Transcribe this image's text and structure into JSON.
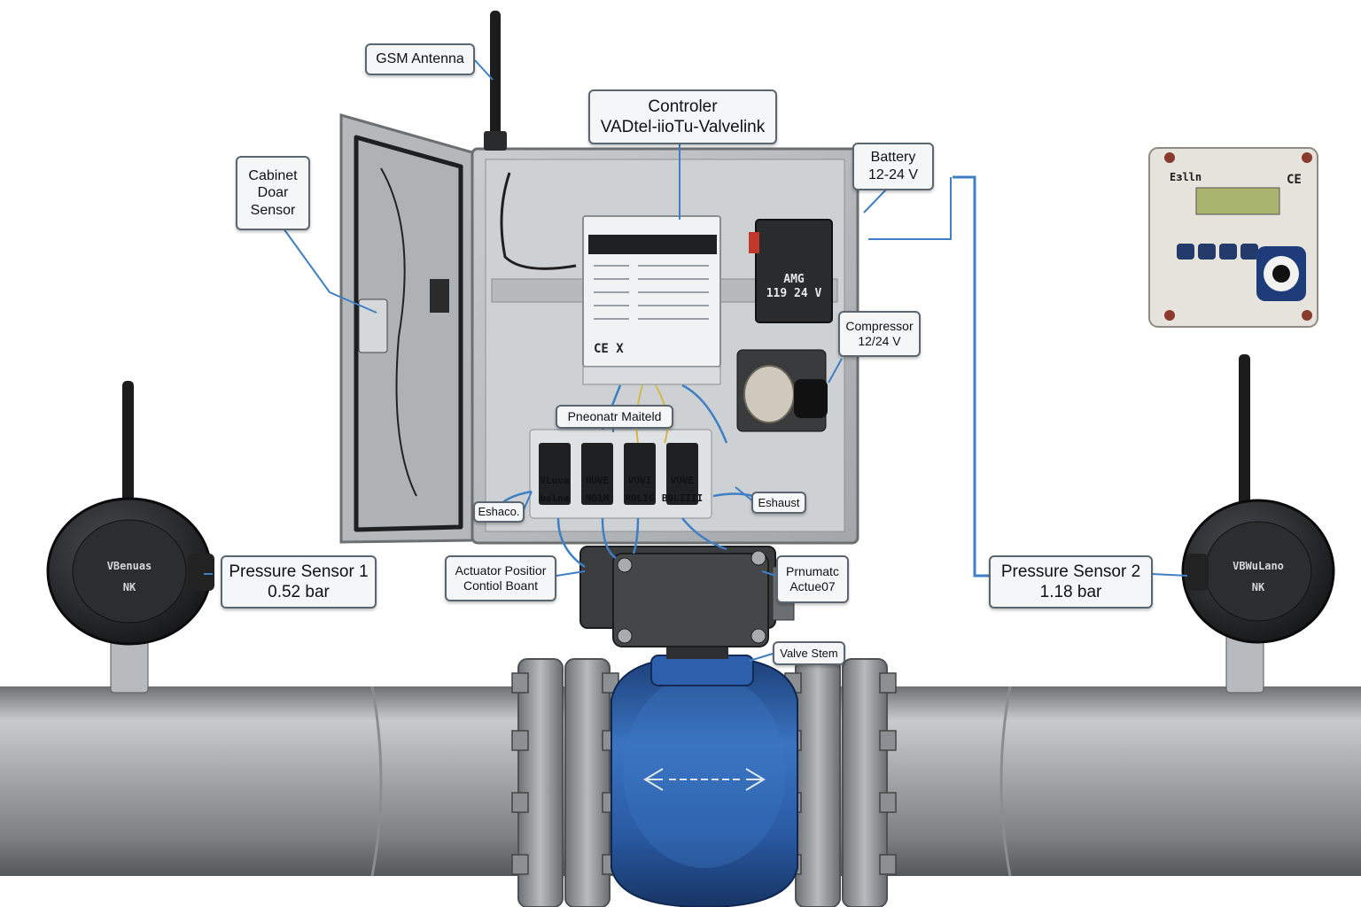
{
  "labels": {
    "gsm_antenna": "GSM Antenna",
    "controller": [
      "Controler",
      "VADtel-iioTu-Valvelink"
    ],
    "cabinet_door_sensor": [
      "Cabinet",
      "Doar",
      "Sensor"
    ],
    "battery": [
      "Battery",
      "12-24 V"
    ],
    "compressor": [
      "Compressor",
      "12/24 V"
    ],
    "pneumatic_manifold": "Pneonatr Maiteld",
    "exhaust_left": "Eshaco.",
    "exhaust_right": "Eshaust",
    "actuator_position_board": [
      "Actuator Positior",
      "Contiol Boant"
    ],
    "pneumatic_actuator": [
      "Prnumatc",
      "Actue07"
    ],
    "valve_stem": "Valve Stem",
    "pressure_sensor_1": [
      "Pressure Sensor 1",
      "0.52 bar"
    ],
    "pressure_sensor_2": [
      "Pressure Sensor 2",
      "1.18 bar"
    ]
  },
  "device_markings": {
    "controller_ce": "CE X",
    "battery_text": [
      "AMG",
      "119 24 V"
    ],
    "solenoids": [
      [
        "VLuva",
        "bolne"
      ],
      [
        "NUVE",
        "ND1M"
      ],
      [
        "VUVI",
        "ROLIG"
      ],
      [
        "VUVE",
        "BDLIIII"
      ]
    ],
    "sensor_1_face": [
      "VBenuas",
      "NK"
    ],
    "sensor_2_face": [
      "VBWuLano",
      "NK"
    ],
    "remote_unit_brand": "Eɜlln",
    "remote_unit_ce": "CE"
  },
  "colors": {
    "pipe": "#a3a6a8",
    "valve_body": "#2b5ea8",
    "cabinet": "#b9bdc0",
    "leader_line": "#3f7fc4",
    "callout_border": "#5c6670"
  }
}
